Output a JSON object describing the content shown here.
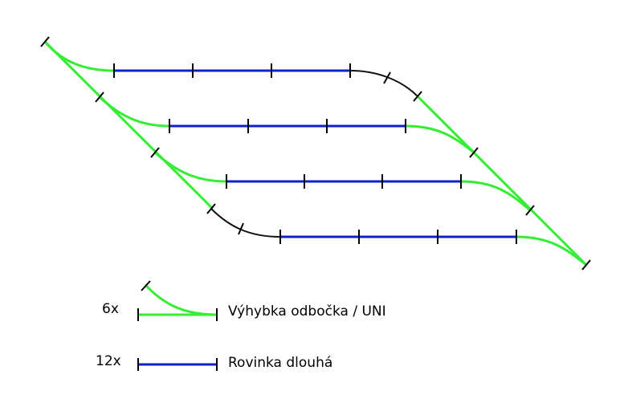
{
  "colors": {
    "turnout": "#33ee33",
    "straight": "#1020c8",
    "curve": "#111111",
    "tick": "#000000"
  },
  "legend": [
    {
      "count": "6x",
      "label": "Výhybka odbočka / UNI",
      "icon": "turnout-icon"
    },
    {
      "count": "12x",
      "label": "Rovinka dlouhá",
      "icon": "straight-track-icon"
    }
  ]
}
